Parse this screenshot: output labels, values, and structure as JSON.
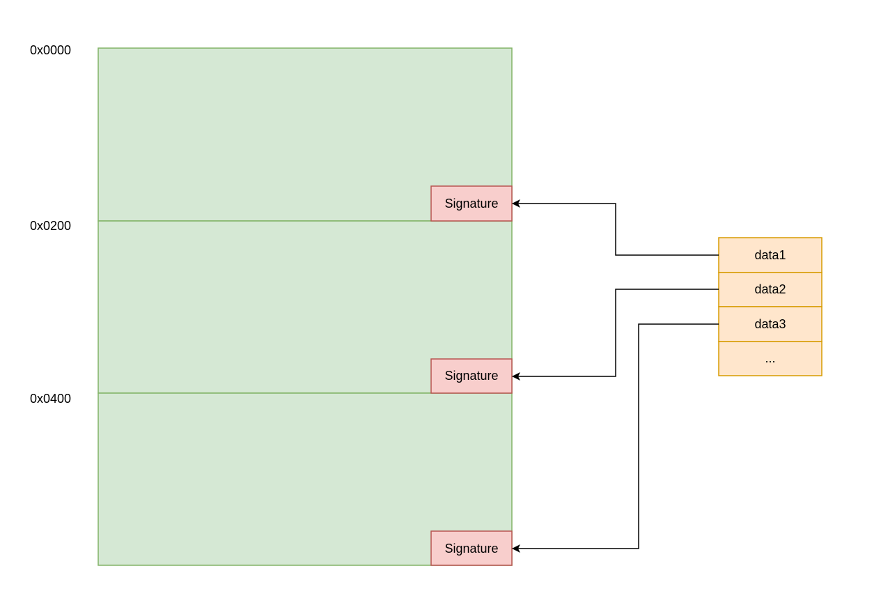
{
  "addresses": [
    "0x0000",
    "0x0200",
    "0x0400"
  ],
  "sector_blocks": [
    {
      "signature_label": "Signature"
    },
    {
      "signature_label": "Signature"
    },
    {
      "signature_label": "Signature"
    }
  ],
  "data_items": [
    "data1",
    "data2",
    "data3",
    "..."
  ],
  "links": [
    {
      "from": "data1",
      "to_signature": 0
    },
    {
      "from": "data2",
      "to_signature": 1
    },
    {
      "from": "data3",
      "to_signature": 2
    }
  ],
  "colors": {
    "memory_fill": "#d5e8d4",
    "memory_stroke": "#82b366",
    "signature_fill": "#f8cecc",
    "signature_stroke": "#b85450",
    "data_fill": "#ffe6cc",
    "data_stroke": "#d79b00",
    "connector": "#000000"
  }
}
